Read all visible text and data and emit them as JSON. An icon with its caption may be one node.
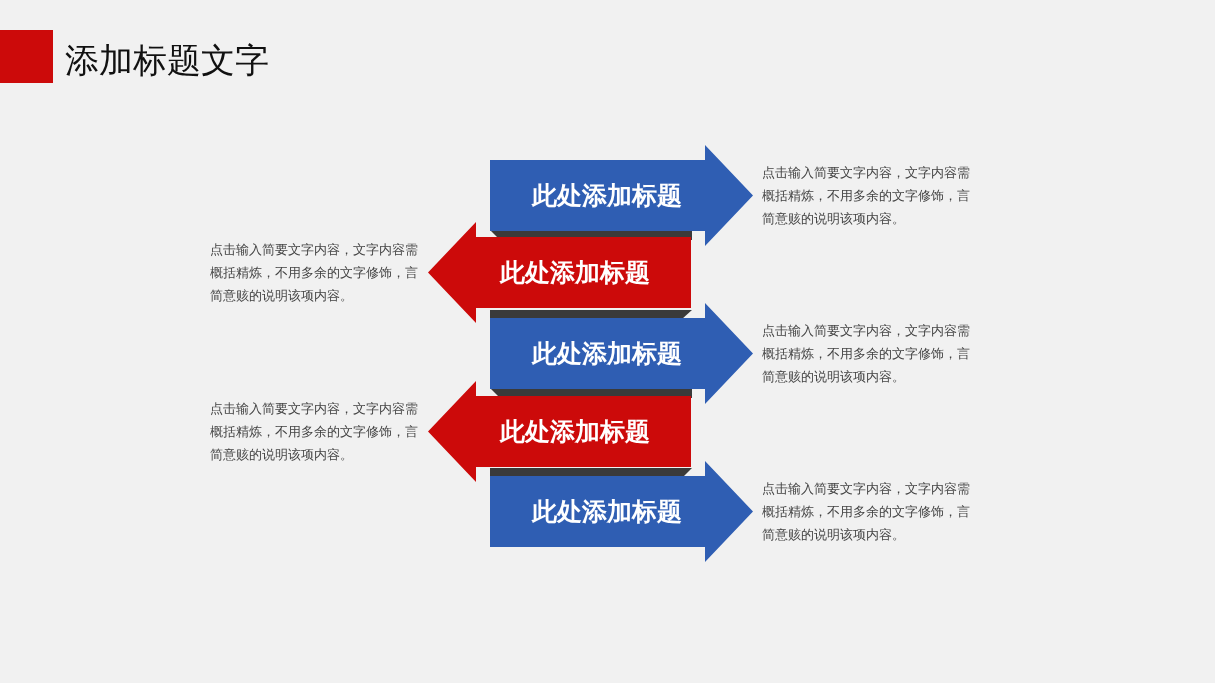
{
  "diagram": {
    "title": "添加标题文字",
    "nodes": [
      {
        "text": [
          "此处添加标题"
        ],
        "beside": [
          "点击输入简要文字内容，文字内容需概括精炼，不用多余的文字修饰，言简意赅的说明该项内容。"
        ]
      },
      {
        "text": [
          "此处添加标题"
        ],
        "beside": [
          "点击输入简要文字内容，文字内容需概括精炼，不用多余的文字修饰，言简意赅的说明该项内容。"
        ]
      },
      {
        "text": [
          "此处添加标题"
        ],
        "beside": [
          "点击输入简要文字内容，文字内容需概括精炼，不用多余的文字修饰，言简意赅的说明该项内容。"
        ]
      },
      {
        "text": [
          "此处添加标题"
        ],
        "beside": [
          "点击输入简要文字内容，文字内容需概括精炼，不用多余的文字修饰，言简意赅的说明该项内容。"
        ]
      },
      {
        "text": [
          "此处添加标题"
        ],
        "beside": [
          "点击输入简要文字内容，文字内容需概括精炼，不用多余的文字修饰，言简意赅的说明该项内容。"
        ]
      }
    ]
  }
}
